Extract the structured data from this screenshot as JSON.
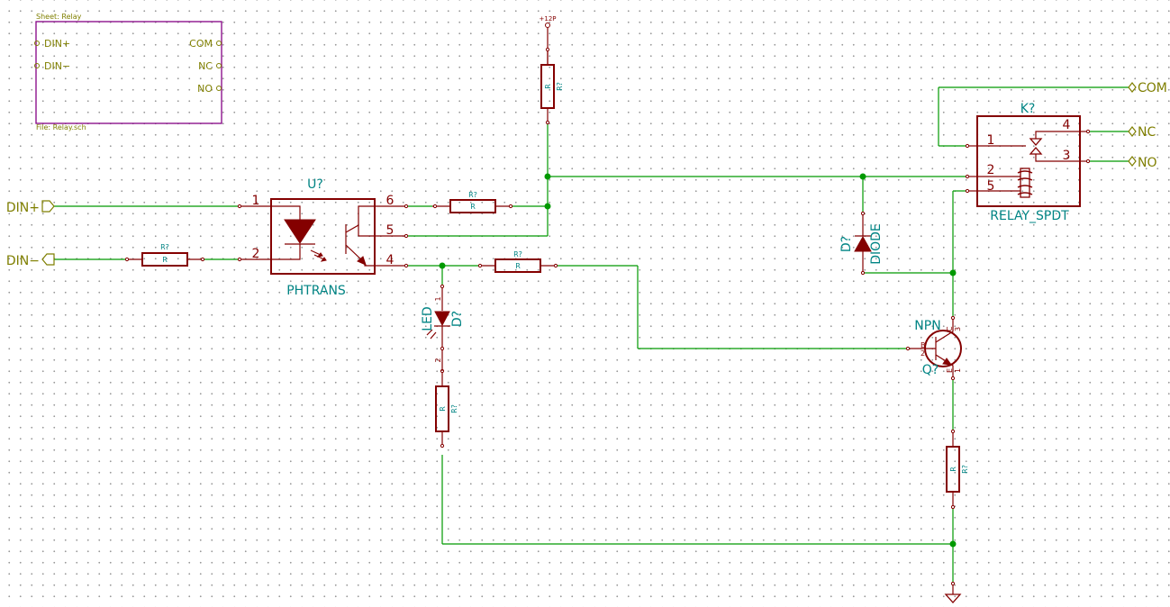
{
  "sheet": {
    "name_label": "Sheet: Relay",
    "file_label": "File: Relay.sch",
    "pins": {
      "din_plus": "DIN+",
      "din_minus": "DIN−",
      "com": "COM",
      "nc": "NC",
      "no": "NO"
    }
  },
  "labels": {
    "din_plus": "DIN+",
    "din_minus": "DIN−",
    "com": "COM",
    "nc": "NC",
    "no": "NO"
  },
  "power": {
    "name": "+12P"
  },
  "optocoupler": {
    "ref": "U?",
    "value": "PHTRANS",
    "pins": {
      "p1": "1",
      "p2": "2",
      "p4": "4",
      "p5": "5",
      "p6": "6"
    }
  },
  "relay": {
    "ref": "K?",
    "value": "RELAY_SPDT",
    "pins": {
      "p1": "1",
      "p2": "2",
      "p3": "3",
      "p4": "4",
      "p5": "5"
    }
  },
  "transistor": {
    "ref": "Q?",
    "value": "NPN",
    "pin_letters": {
      "b": "B",
      "c": "C",
      "e": "E"
    },
    "pin_numbers": {
      "b": "2",
      "c": "3",
      "e": "1"
    }
  },
  "diode": {
    "ref": "D?",
    "value": "DIODE"
  },
  "led": {
    "ref": "D?",
    "value": "LED",
    "pin_a": "1",
    "pin_k": "2"
  },
  "resistors": [
    {
      "ref": "R?",
      "value": "R"
    },
    {
      "ref": "R?",
      "value": "R"
    },
    {
      "ref": "R?",
      "value": "R"
    },
    {
      "ref": "R?",
      "value": "R"
    },
    {
      "ref": "R?",
      "value": "R"
    },
    {
      "ref": "R?",
      "value": "R"
    }
  ],
  "colors": {
    "wire": "#009900",
    "component": "#840000",
    "reference_text": "#008484",
    "label_text": "#7f7f00",
    "sheet_border": "#840084",
    "grid_dot": "#9a9a9a"
  }
}
